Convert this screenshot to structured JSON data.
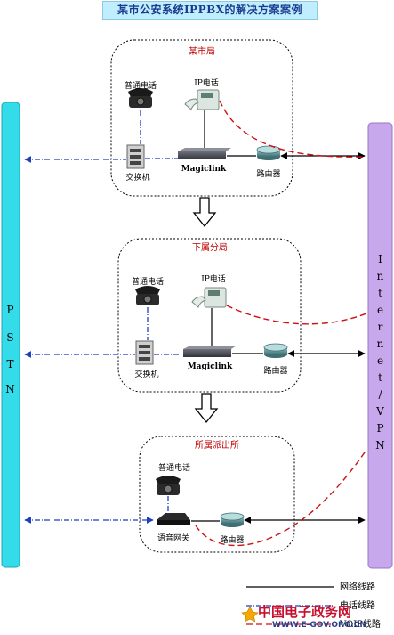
{
  "title": "某市公安系统IPPBX的解决方案案例",
  "left_bar": {
    "label_chars": [
      "P",
      "S",
      "T",
      "N"
    ]
  },
  "right_bar": {
    "label_chars": [
      "I",
      "n",
      "t",
      "e",
      "r",
      "n",
      "e",
      "t",
      "/",
      "V",
      "P",
      "N"
    ]
  },
  "zones": [
    {
      "title": "某市局",
      "phone": "普通电话",
      "ip_phone": "IP电话",
      "pbx": "交换机",
      "magiclink": "Magiclink",
      "router": "路由器"
    },
    {
      "title": "下属分局",
      "phone": "普通电话",
      "ip_phone": "IP电话",
      "pbx": "交换机",
      "magiclink": "Magiclink",
      "router": "路由器"
    },
    {
      "title": "所属派出所",
      "phone": "普通电话",
      "gateway": "语音网关",
      "router": "路由器"
    }
  ],
  "legend": {
    "items": [
      {
        "label": "网络线路",
        "style": "solid",
        "color": "#000000"
      },
      {
        "label": "电话线路",
        "style": "dash-dot",
        "color": "#1f3fbf"
      },
      {
        "label": "VOIP线路",
        "style": "dashed",
        "color": "#cc1010"
      }
    ]
  },
  "watermark": {
    "text": "中国电子政务网",
    "url": "WWW.E-GOV.ORG.CN"
  },
  "colors": {
    "pstn": "#33dce8",
    "internet": "#c8a8ec",
    "phone_line": "#1f3fbf",
    "voip_line": "#cc1010",
    "zone_title": "#c00000"
  }
}
